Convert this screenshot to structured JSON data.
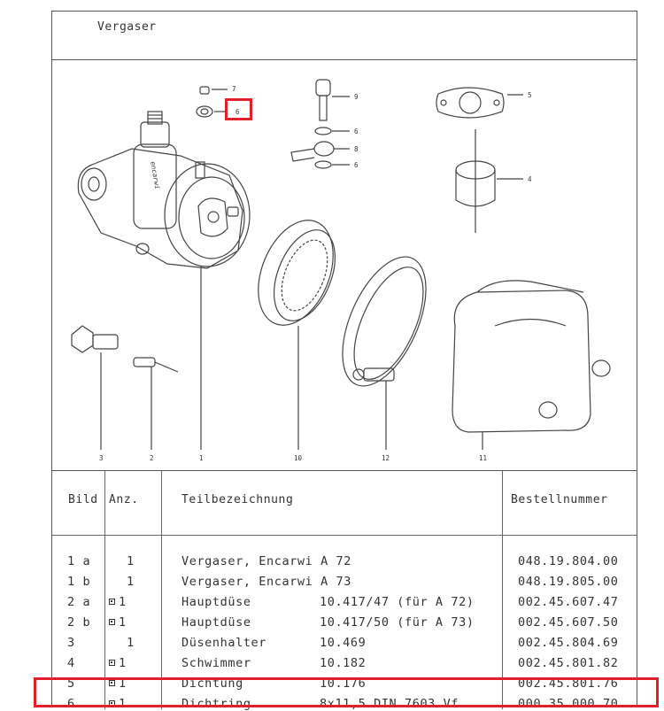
{
  "header": {
    "title": "Vergaser"
  },
  "drawing": {
    "brand": "encarwi",
    "callouts": [
      "7",
      "6",
      "9",
      "6",
      "8",
      "6",
      "5",
      "4",
      "1",
      "10",
      "12",
      "11",
      "3",
      "2"
    ]
  },
  "table": {
    "headers": {
      "bild": "Bild",
      "anz": "Anz.",
      "name": "Teilbezeichnung",
      "order": "Bestellnummer"
    },
    "rows": [
      {
        "bild": "1 a",
        "anz": "1",
        "mark": false,
        "name": "Vergaser, Encarwi A 72",
        "spec": "",
        "order": "048.19.804.00"
      },
      {
        "bild": "1 b",
        "anz": "1",
        "mark": false,
        "name": "Vergaser, Encarwi A 73",
        "spec": "",
        "order": "048.19.805.00"
      },
      {
        "bild": "2 a",
        "anz": "1",
        "mark": true,
        "name": "Hauptdüse",
        "spec": "10.417/47 (für A 72)",
        "order": "002.45.607.47"
      },
      {
        "bild": "2 b",
        "anz": "1",
        "mark": true,
        "name": "Hauptdüse",
        "spec": "10.417/50 (für A 73)",
        "order": "002.45.607.50"
      },
      {
        "bild": "3",
        "anz": "1",
        "mark": false,
        "name": "Düsenhalter",
        "spec": "10.469",
        "order": "002.45.804.69"
      },
      {
        "bild": "4",
        "anz": "1",
        "mark": true,
        "name": "Schwimmer",
        "spec": "10.182",
        "order": "002.45.801.82"
      },
      {
        "bild": "5",
        "anz": "1",
        "mark": true,
        "name": "Dichtung",
        "spec": "10.176",
        "order": "002.45.801.76"
      },
      {
        "bild": "6",
        "anz": "1",
        "mark": true,
        "name": "Dichtring",
        "spec": "8x11,5 DIN 7603 Vf",
        "order": "000.35.000.70"
      }
    ]
  },
  "colors": {
    "highlight": "#e0202a",
    "ink": "#333333"
  }
}
